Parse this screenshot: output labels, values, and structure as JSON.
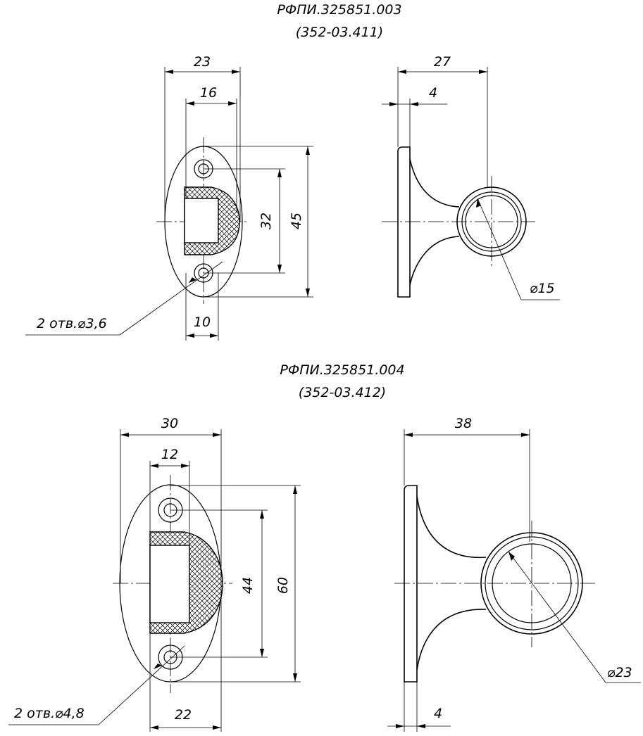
{
  "parts": [
    {
      "designation": "РФПИ.325851.003",
      "code": "(352-03.411)",
      "front": {
        "width": "23",
        "slot_width": "16",
        "hole_spacing": "32",
        "height": "45",
        "hole_offset": "10",
        "holes": "2 отв.⌀3,6"
      },
      "side": {
        "depth": "27",
        "flange": "4",
        "ring_diameter": "⌀15"
      }
    },
    {
      "designation": "РФПИ.325851.004",
      "code": "(352-03.412)",
      "front": {
        "width": "30",
        "slot_width": "12",
        "hole_spacing": "44",
        "height": "60",
        "hole_offset": "22",
        "holes": "2 отв.⌀4,8"
      },
      "side": {
        "depth": "38",
        "flange": "4",
        "ring_diameter": "⌀23"
      }
    }
  ]
}
